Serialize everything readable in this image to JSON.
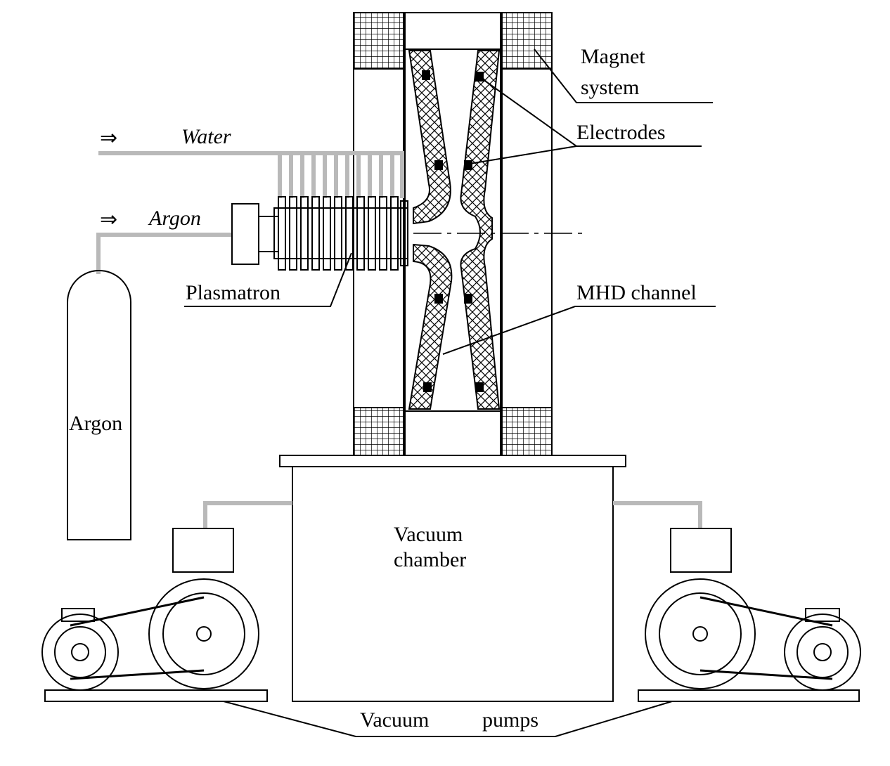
{
  "labels": {
    "magnet": "Magnet",
    "system": "system",
    "electrodes": "Electrodes",
    "water": "Water",
    "argon_flow": "Argon",
    "arrow": "⇒",
    "plasmatron": "Plasmatron",
    "mhd_channel": "MHD channel",
    "argon_tank": "Argon",
    "vacuum": "Vacuum",
    "chamber": "chamber",
    "vacuum_word": "Vacuum",
    "pumps_word": "pumps"
  },
  "colors": {
    "line": "#000000",
    "pipe": "#b9b9b9",
    "background": "#ffffff"
  },
  "icons": {
    "flow_arrow": "double-right-arrow",
    "magnet_coil": "crosshatch-grid",
    "channel_wall": "diagonal-crosshatch"
  }
}
